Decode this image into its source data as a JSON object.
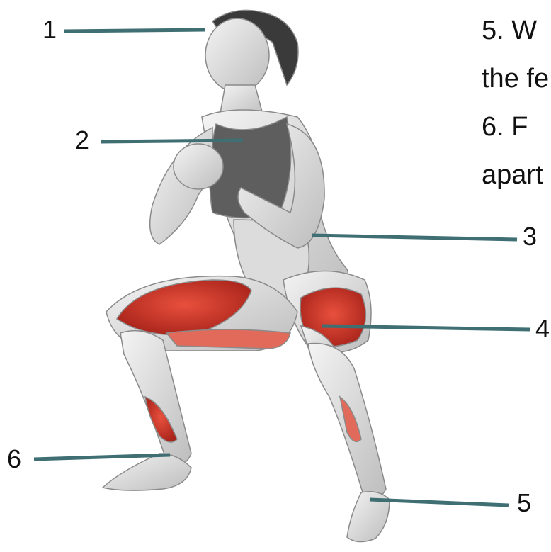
{
  "figure": {
    "illustration": "woman-squat-anatomy",
    "leader_color": "#3f6f72",
    "muscle_color": "#d5382a",
    "skin_color": "#e6e6e6",
    "callouts": [
      {
        "number": "1"
      },
      {
        "number": "2"
      },
      {
        "number": "3"
      },
      {
        "number": "4"
      },
      {
        "number": "5"
      },
      {
        "number": "6"
      }
    ]
  },
  "captions": [
    {
      "text": "5.  W"
    },
    {
      "text": "the fe"
    },
    {
      "text": "6.  F"
    },
    {
      "text": "apart"
    }
  ]
}
